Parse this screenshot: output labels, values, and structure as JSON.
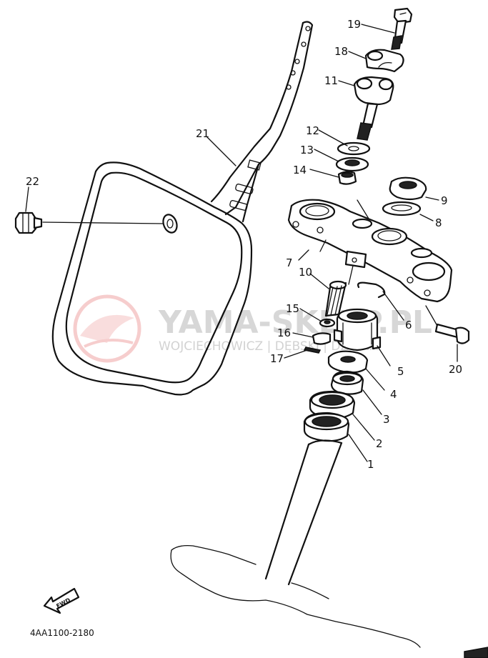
{
  "parts": [
    {
      "number": "1"
    },
    {
      "number": "2"
    },
    {
      "number": "3"
    },
    {
      "number": "4"
    },
    {
      "number": "5"
    },
    {
      "number": "6"
    },
    {
      "number": "7"
    },
    {
      "number": "8"
    },
    {
      "number": "9"
    },
    {
      "number": "10"
    },
    {
      "number": "11"
    },
    {
      "number": "12"
    },
    {
      "number": "13"
    },
    {
      "number": "14"
    },
    {
      "number": "15"
    },
    {
      "number": "16"
    },
    {
      "number": "17"
    },
    {
      "number": "18"
    },
    {
      "number": "19"
    },
    {
      "number": "20"
    },
    {
      "number": "21"
    },
    {
      "number": "22"
    }
  ],
  "diagram_code": "4AA1100-2180",
  "fwd_label": "FWD",
  "watermark": {
    "title": "YAMA-SKLEP.PL",
    "subtitle": "WOJCIECHOWICZ | DĘBSKI | DZIAHA",
    "color": "#d2d2d2",
    "logo_color": "#f2b3b3"
  }
}
